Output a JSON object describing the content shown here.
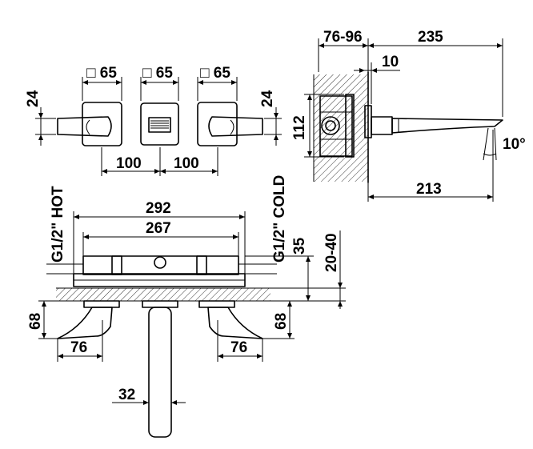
{
  "drawing": {
    "front_view": {
      "plate_labels": [
        "□ 65",
        "□ 65",
        "□ 65"
      ],
      "handle_height_left": "24",
      "handle_height_right": "24",
      "spacing_left": "100",
      "spacing_right": "100"
    },
    "side_view": {
      "depth_range": "76-96",
      "spout_length": "235",
      "plate_thickness": "10",
      "body_height": "112",
      "spout_projection": "213",
      "spout_angle": "10°"
    },
    "plan_view": {
      "overall_width": "292",
      "body_width": "267",
      "hot_label": "G1/2\" HOT",
      "cold_label": "G1/2\" COLD",
      "depth_35": "35",
      "wall_range": "20-40",
      "handle_projection_left": "68",
      "handle_projection_right": "68",
      "handle_length_left": "76",
      "handle_length_right": "76",
      "spout_diameter": "32"
    }
  },
  "colors": {
    "line": "#000000",
    "background": "#ffffff",
    "hatch": "#000000"
  }
}
